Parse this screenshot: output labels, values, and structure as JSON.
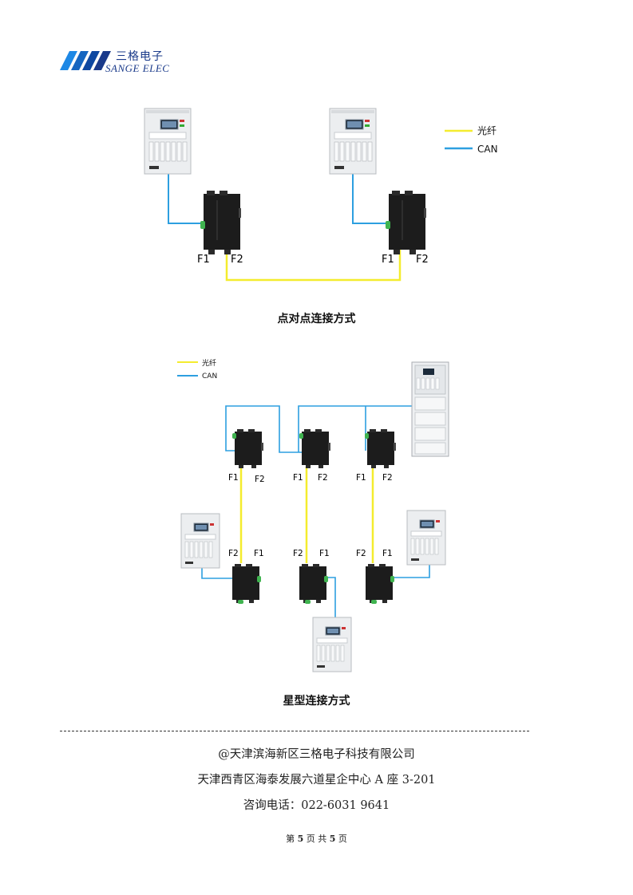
{
  "header": {
    "company_cn": "三格电子",
    "company_en": "SANGE ELEC"
  },
  "legend": {
    "fiber_label": "光纤",
    "can_label": "CAN"
  },
  "colors": {
    "fiber": "#f4ec2e",
    "can": "#2d9fe0",
    "brand": "#1a3a8a"
  },
  "ports": {
    "f1": "F1",
    "f2": "F2"
  },
  "diagram1": {
    "caption": "点对点连接方式"
  },
  "diagram2": {
    "caption": "星型连接方式"
  },
  "footer": {
    "company": "@天津滨海新区三格电子科技有限公司",
    "address": "天津西青区海泰发展六道星企中心 A 座 3-201",
    "phone": "咨询电话：022-6031 9641"
  },
  "page": {
    "prefix": "第",
    "current": "5",
    "middle": "页 共",
    "total": "5",
    "suffix": "页"
  }
}
